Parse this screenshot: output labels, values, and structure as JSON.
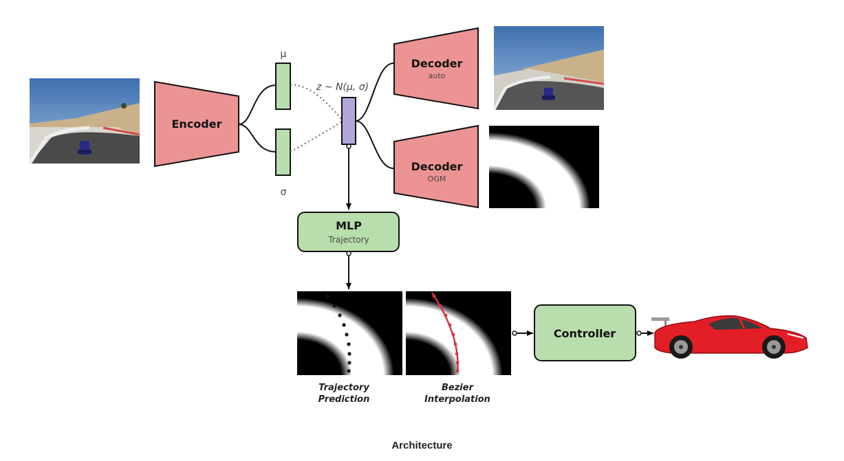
{
  "labels": {
    "encoder": "Encoder",
    "mu": "μ",
    "sigma": "σ",
    "latent": "z ~ N(μ, σ)",
    "decoder_auto_title": "Decoder",
    "decoder_auto_sub": "auto",
    "decoder_ogm_title": "Decoder",
    "decoder_ogm_sub": "OGM",
    "mlp_title": "MLP",
    "mlp_sub": "Trajectory",
    "traj_pred_line1": "Trajectory",
    "traj_pred_line2": "Prediction",
    "bezier_line1": "Bezier",
    "bezier_line2": "Interpolation",
    "controller": "Controller"
  },
  "caption": "Architecture",
  "colors": {
    "pink": "#ec9494",
    "green": "#b9deae",
    "purple": "#b3a6dc",
    "bezier_red": "#d7363c",
    "car_red": "#e41e26"
  }
}
